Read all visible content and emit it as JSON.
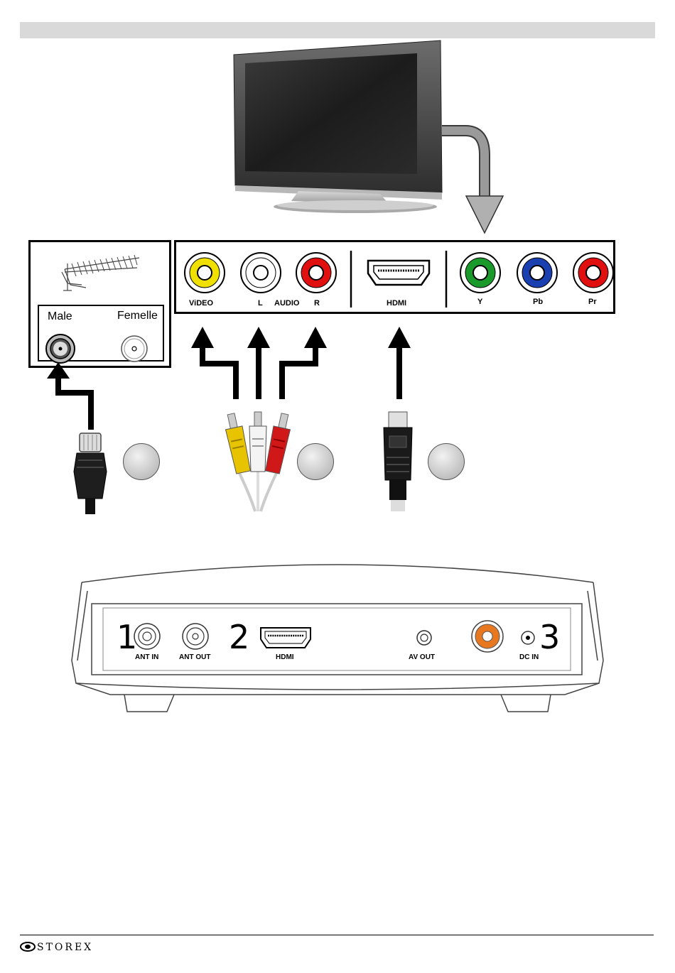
{
  "panel_labels": {
    "video": "ViDEO",
    "audio_l": "L",
    "audio": "AUDIO",
    "audio_r": "R",
    "hdmi": "HDMI",
    "y": "Y",
    "pb": "Pb",
    "pr": "Pr"
  },
  "antenna_labels": {
    "male": "Male",
    "femelle": "Femelle"
  },
  "device_labels": {
    "ant_in": "ANT IN",
    "ant_out": "ANT OUT",
    "hdmi": "HDMI",
    "av_out": "AV OUT",
    "dc_in": "DC IN"
  },
  "step_numbers": {
    "one": "1",
    "two": "2",
    "three": "3"
  },
  "footer": {
    "brand": "STOREX"
  },
  "colors": {
    "video_yellow": "#f0e000",
    "audio_white": "#ffffff",
    "audio_red": "#e01010",
    "comp_green": "#1a9a2a",
    "comp_blue": "#1a3fb0",
    "comp_red": "#e01010",
    "orange_port": "#e87820"
  },
  "icons": [
    "tv-icon",
    "antenna-icon",
    "coax-plug-icon",
    "rca-cable-icon",
    "hdmi-cable-icon"
  ]
}
